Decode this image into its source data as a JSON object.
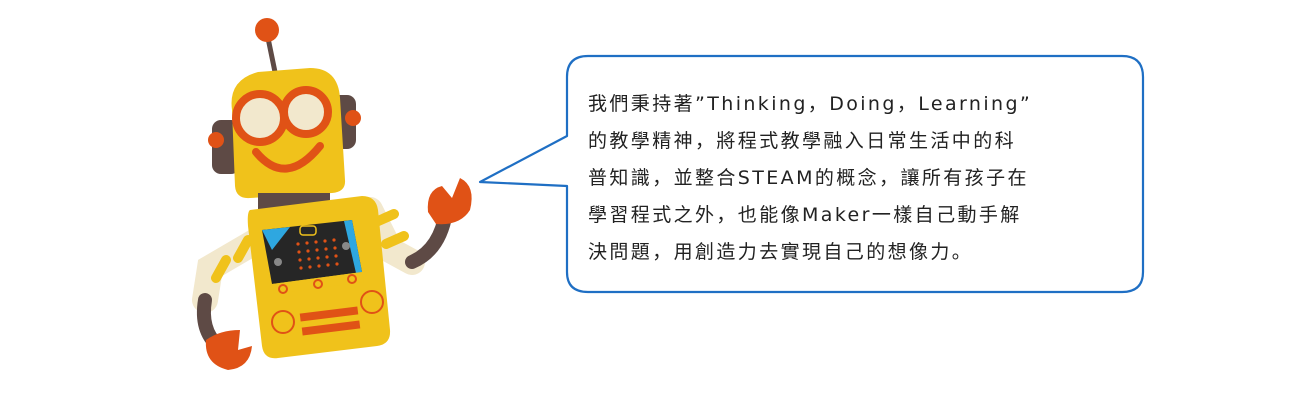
{
  "colors": {
    "robot_yellow": "#F0C21B",
    "robot_orange": "#E05216",
    "robot_brown": "#5E4A45",
    "robot_cream": "#F2E8CD",
    "microbit_black": "#262626",
    "microbit_blue": "#2EA7E0",
    "bubble_border": "#1F6FC4",
    "text": "#222222"
  },
  "icons": {
    "mascot": "robot-mascot-icon",
    "board": "microbit-board-icon"
  },
  "speech_bubble": {
    "lines": [
      "我們秉持著”Thinking，Doing，Learning”",
      "的教學精神，將程式教學融入日常生活中的科",
      "普知識，並整合STEAM的概念，讓所有孩子在",
      "學習程式之外，也能像Maker一樣自己動手解",
      "決問題，用創造力去實現自己的想像力。"
    ]
  }
}
